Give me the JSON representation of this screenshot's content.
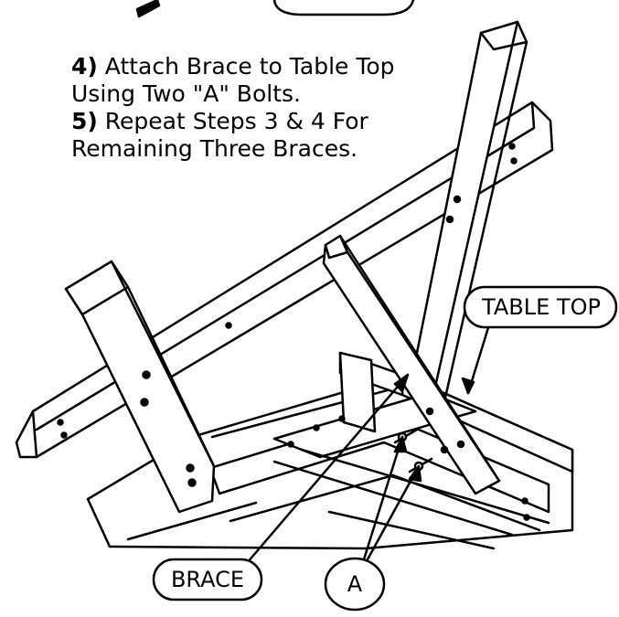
{
  "instructions": {
    "step4_number": "4)",
    "step4_text_line1": " Attach Brace to Table Top",
    "step4_text_line2": "Using Two \"A\" Bolts.",
    "step5_number": "5)",
    "step5_text_line1": " Repeat Steps 3 & 4 For",
    "step5_text_line2": "Remaining Three Braces."
  },
  "callouts": {
    "table_top": "TABLE TOP",
    "brace": "BRACE",
    "bolt": "A"
  },
  "colors": {
    "line": "#000000",
    "fill": "#ffffff"
  }
}
